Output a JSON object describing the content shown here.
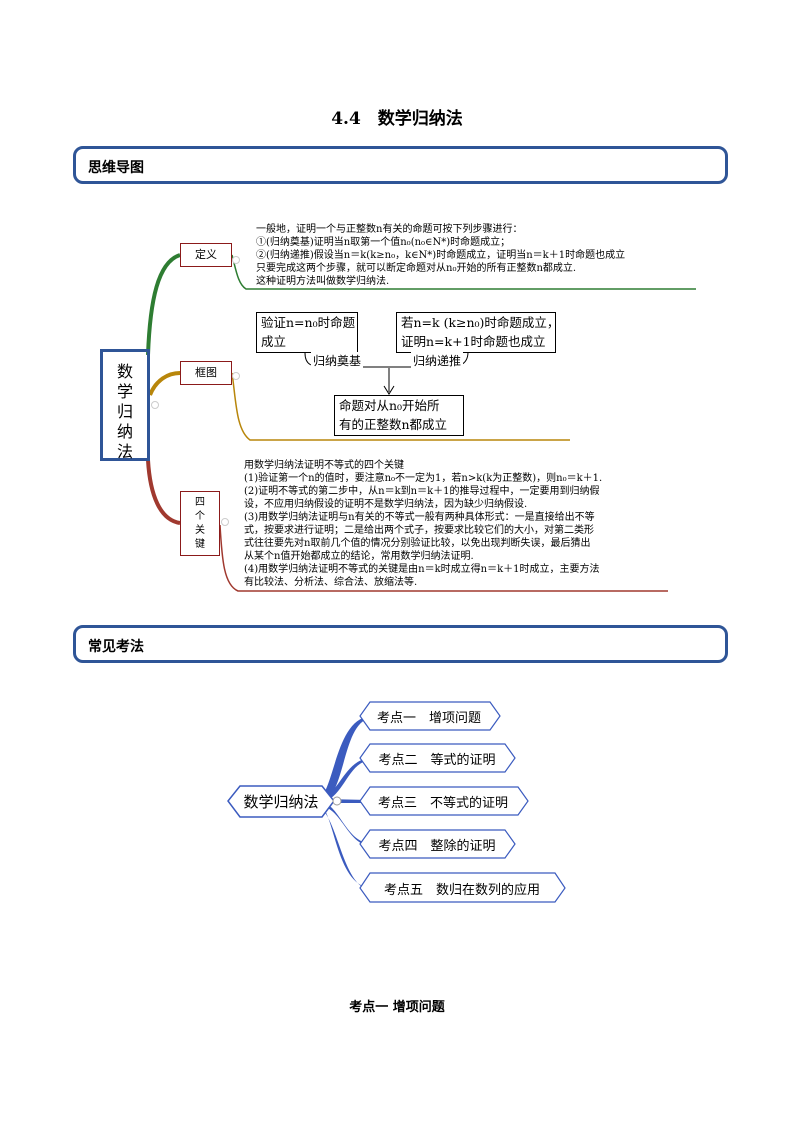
{
  "title": "4.4　数学归纳法",
  "section1_title": "思维导图",
  "section2_title": "常见考法",
  "mindmap": {
    "root": "数学归纳法",
    "branches": {
      "definition": {
        "label": "定义",
        "lines": [
          "一般地，证明一个与正整数n有关的命题可按下列步骤进行：",
          "①(归纳奠基)证明当n取第一个值n₀(n₀∈N*)时命题成立；",
          "②(归纳递推)假设当n＝k(k≥n₀，k∈N*)时命题成立，证明当n＝k＋1时命题也成立",
          "只要完成这两个步骤，就可以断定命题对从n₀开始的所有正整数n都成立.",
          "这种证明方法叫做数学归纳法."
        ]
      },
      "framework": {
        "label": "框图",
        "box1": [
          "验证n=n₀时命题",
          "成立"
        ],
        "box2": [
          "若n=k (k≥n₀)时命题成立，",
          "证明n=k+1时命题也成立"
        ],
        "label1": "归纳奠基",
        "label2": "归纳递推",
        "box3": [
          "命题对从n₀开始所",
          "有的正整数n都成立"
        ]
      },
      "four_keys": {
        "label": "四个关键",
        "label_chars": [
          "四",
          "个",
          "关",
          "键"
        ],
        "lines": [
          "用数学归纳法证明不等式的四个关键",
          "(1)验证第一个n的值时，要注意n₀不一定为1，若n>k(k为正整数)，则n₀＝k＋1.",
          "(2)证明不等式的第二步中，从n＝k到n＝k＋1的推导过程中，一定要用到归纳假",
          "设，不应用归纳假设的证明不是数学归纳法，因为缺少归纳假设.",
          "(3)用数学归纳法证明与n有关的不等式一般有两种具体形式：一是直接给出不等",
          "式，按要求进行证明；二是给出两个式子，按要求比较它们的大小，对第二类形",
          "式往往要先对n取前几个值的情况分别验证比较，以免出现判断失误，最后猜出",
          "从某个n值开始都成立的结论，常用数学归纳法证明.",
          "(4)用数学归纳法证明不等式的关键是由n＝k时成立得n＝k＋1时成立，主要方法",
          "有比较法、分析法、综合法、放缩法等."
        ]
      }
    }
  },
  "kaofa": {
    "root": "数学归纳法",
    "items": [
      "考点一　增项问题",
      "考点二　等式的证明",
      "考点三　不等式的证明",
      "考点四　整除的证明",
      "考点五　数归在数列的应用"
    ]
  },
  "footer_heading": "考点一  增项问题",
  "colors": {
    "frame_blue": "#2f5597",
    "branch_green": "#2e7d32",
    "branch_gold": "#b8860b",
    "branch_red": "#a0392f",
    "fan_blue": "#3b5bbf"
  }
}
